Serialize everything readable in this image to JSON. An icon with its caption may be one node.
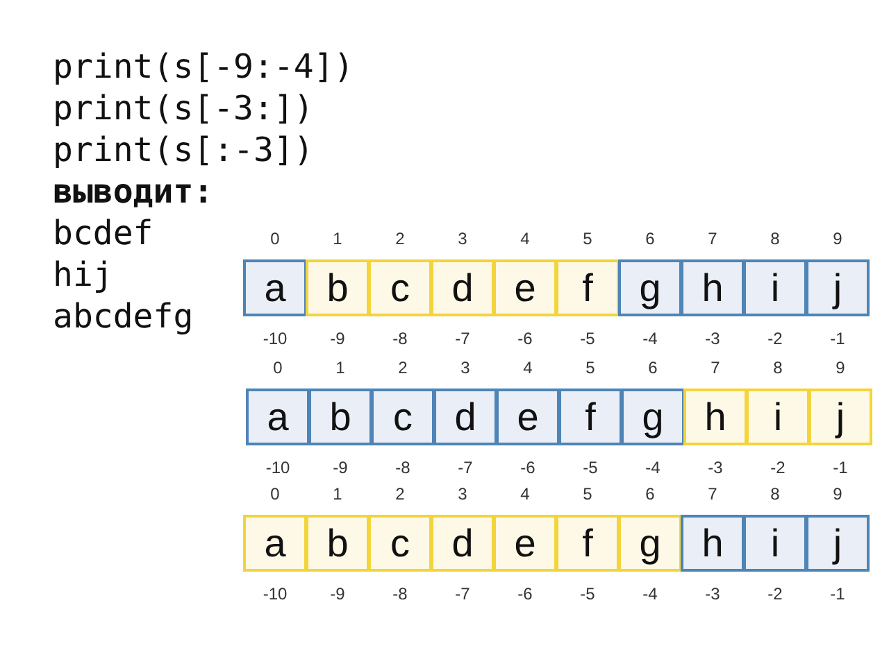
{
  "diagram": {
    "nodes": [
      {
        "text": [
          "a"
        ],
        "beside": [
          "0",
          "-10"
        ]
      },
      {
        "text": [
          "b"
        ],
        "beside": [
          "1",
          "-9"
        ]
      },
      {
        "text": [
          "c"
        ],
        "beside": [
          "2",
          "-8"
        ]
      },
      {
        "text": [
          "d"
        ],
        "beside": [
          "3",
          "-7"
        ]
      },
      {
        "text": [
          "e"
        ],
        "beside": [
          "4",
          "-6"
        ]
      },
      {
        "text": [
          "f"
        ],
        "beside": [
          "5",
          "-5"
        ]
      },
      {
        "text": [
          "g"
        ],
        "beside": [
          "6",
          "-4"
        ]
      },
      {
        "text": [
          "h"
        ],
        "beside": [
          "7",
          "-3"
        ]
      },
      {
        "text": [
          "i"
        ],
        "beside": [
          "8",
          "-2"
        ]
      },
      {
        "text": [
          "j"
        ],
        "beside": [
          "9",
          "-1"
        ]
      },
      {
        "text": [
          "a"
        ],
        "beside": [
          "0",
          "-10"
        ]
      },
      {
        "text": [
          "b"
        ],
        "beside": [
          "1",
          "-9"
        ]
      },
      {
        "text": [
          "c"
        ],
        "beside": [
          "2",
          "-8"
        ]
      },
      {
        "text": [
          "d"
        ],
        "beside": [
          "3",
          "-7"
        ]
      },
      {
        "text": [
          "e"
        ],
        "beside": [
          "4",
          "-6"
        ]
      },
      {
        "text": [
          "f"
        ],
        "beside": [
          "5",
          "-5"
        ]
      },
      {
        "text": [
          "g"
        ],
        "beside": [
          "6",
          "-4"
        ]
      },
      {
        "text": [
          "h"
        ],
        "beside": [
          "7",
          "-3"
        ]
      },
      {
        "text": [
          "i"
        ],
        "beside": [
          "8",
          "-2"
        ]
      },
      {
        "text": [
          "j"
        ],
        "beside": [
          "9",
          "-1"
        ]
      },
      {
        "text": [
          "a"
        ],
        "beside": [
          "0",
          "-10"
        ]
      },
      {
        "text": [
          "b"
        ],
        "beside": [
          "1",
          "-9"
        ]
      },
      {
        "text": [
          "c"
        ],
        "beside": [
          "2",
          "-8"
        ]
      },
      {
        "text": [
          "d"
        ],
        "beside": [
          "3",
          "-7"
        ]
      },
      {
        "text": [
          "e"
        ],
        "beside": [
          "4",
          "-6"
        ]
      },
      {
        "text": [
          "f"
        ],
        "beside": [
          "5",
          "-5"
        ]
      },
      {
        "text": [
          "g"
        ],
        "beside": [
          "6",
          "-4"
        ]
      },
      {
        "text": [
          "h"
        ],
        "beside": [
          "7",
          "-3"
        ]
      },
      {
        "text": [
          "i"
        ],
        "beside": [
          "8",
          "-2"
        ]
      },
      {
        "text": [
          "j"
        ],
        "beside": [
          "9",
          "-1"
        ]
      }
    ],
    "labels": [
      "print(s[-9:-4])",
      "print(s[-3:])",
      "print(s[:-3])",
      "выводит:",
      "bcdef",
      "hij",
      "abcdefg"
    ]
  }
}
